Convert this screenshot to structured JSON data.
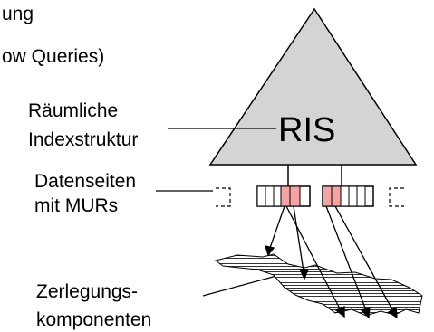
{
  "header": {
    "line1_fragment": "ung",
    "line2_fragment": "ow Queries)"
  },
  "diagram": {
    "tree_label": "RIS",
    "labels": {
      "index_line1": "Räumliche",
      "index_line2": "Indexstruktur",
      "pages_line1": "Datenseiten",
      "pages_line2": "mit MURs",
      "parts_line1": "Zerlegungs-",
      "parts_line2": "komponenten"
    },
    "colors": {
      "triangle_fill": "#d4d4d4",
      "highlight_fill": "#f4a4a4",
      "stroke": "#000000"
    }
  }
}
